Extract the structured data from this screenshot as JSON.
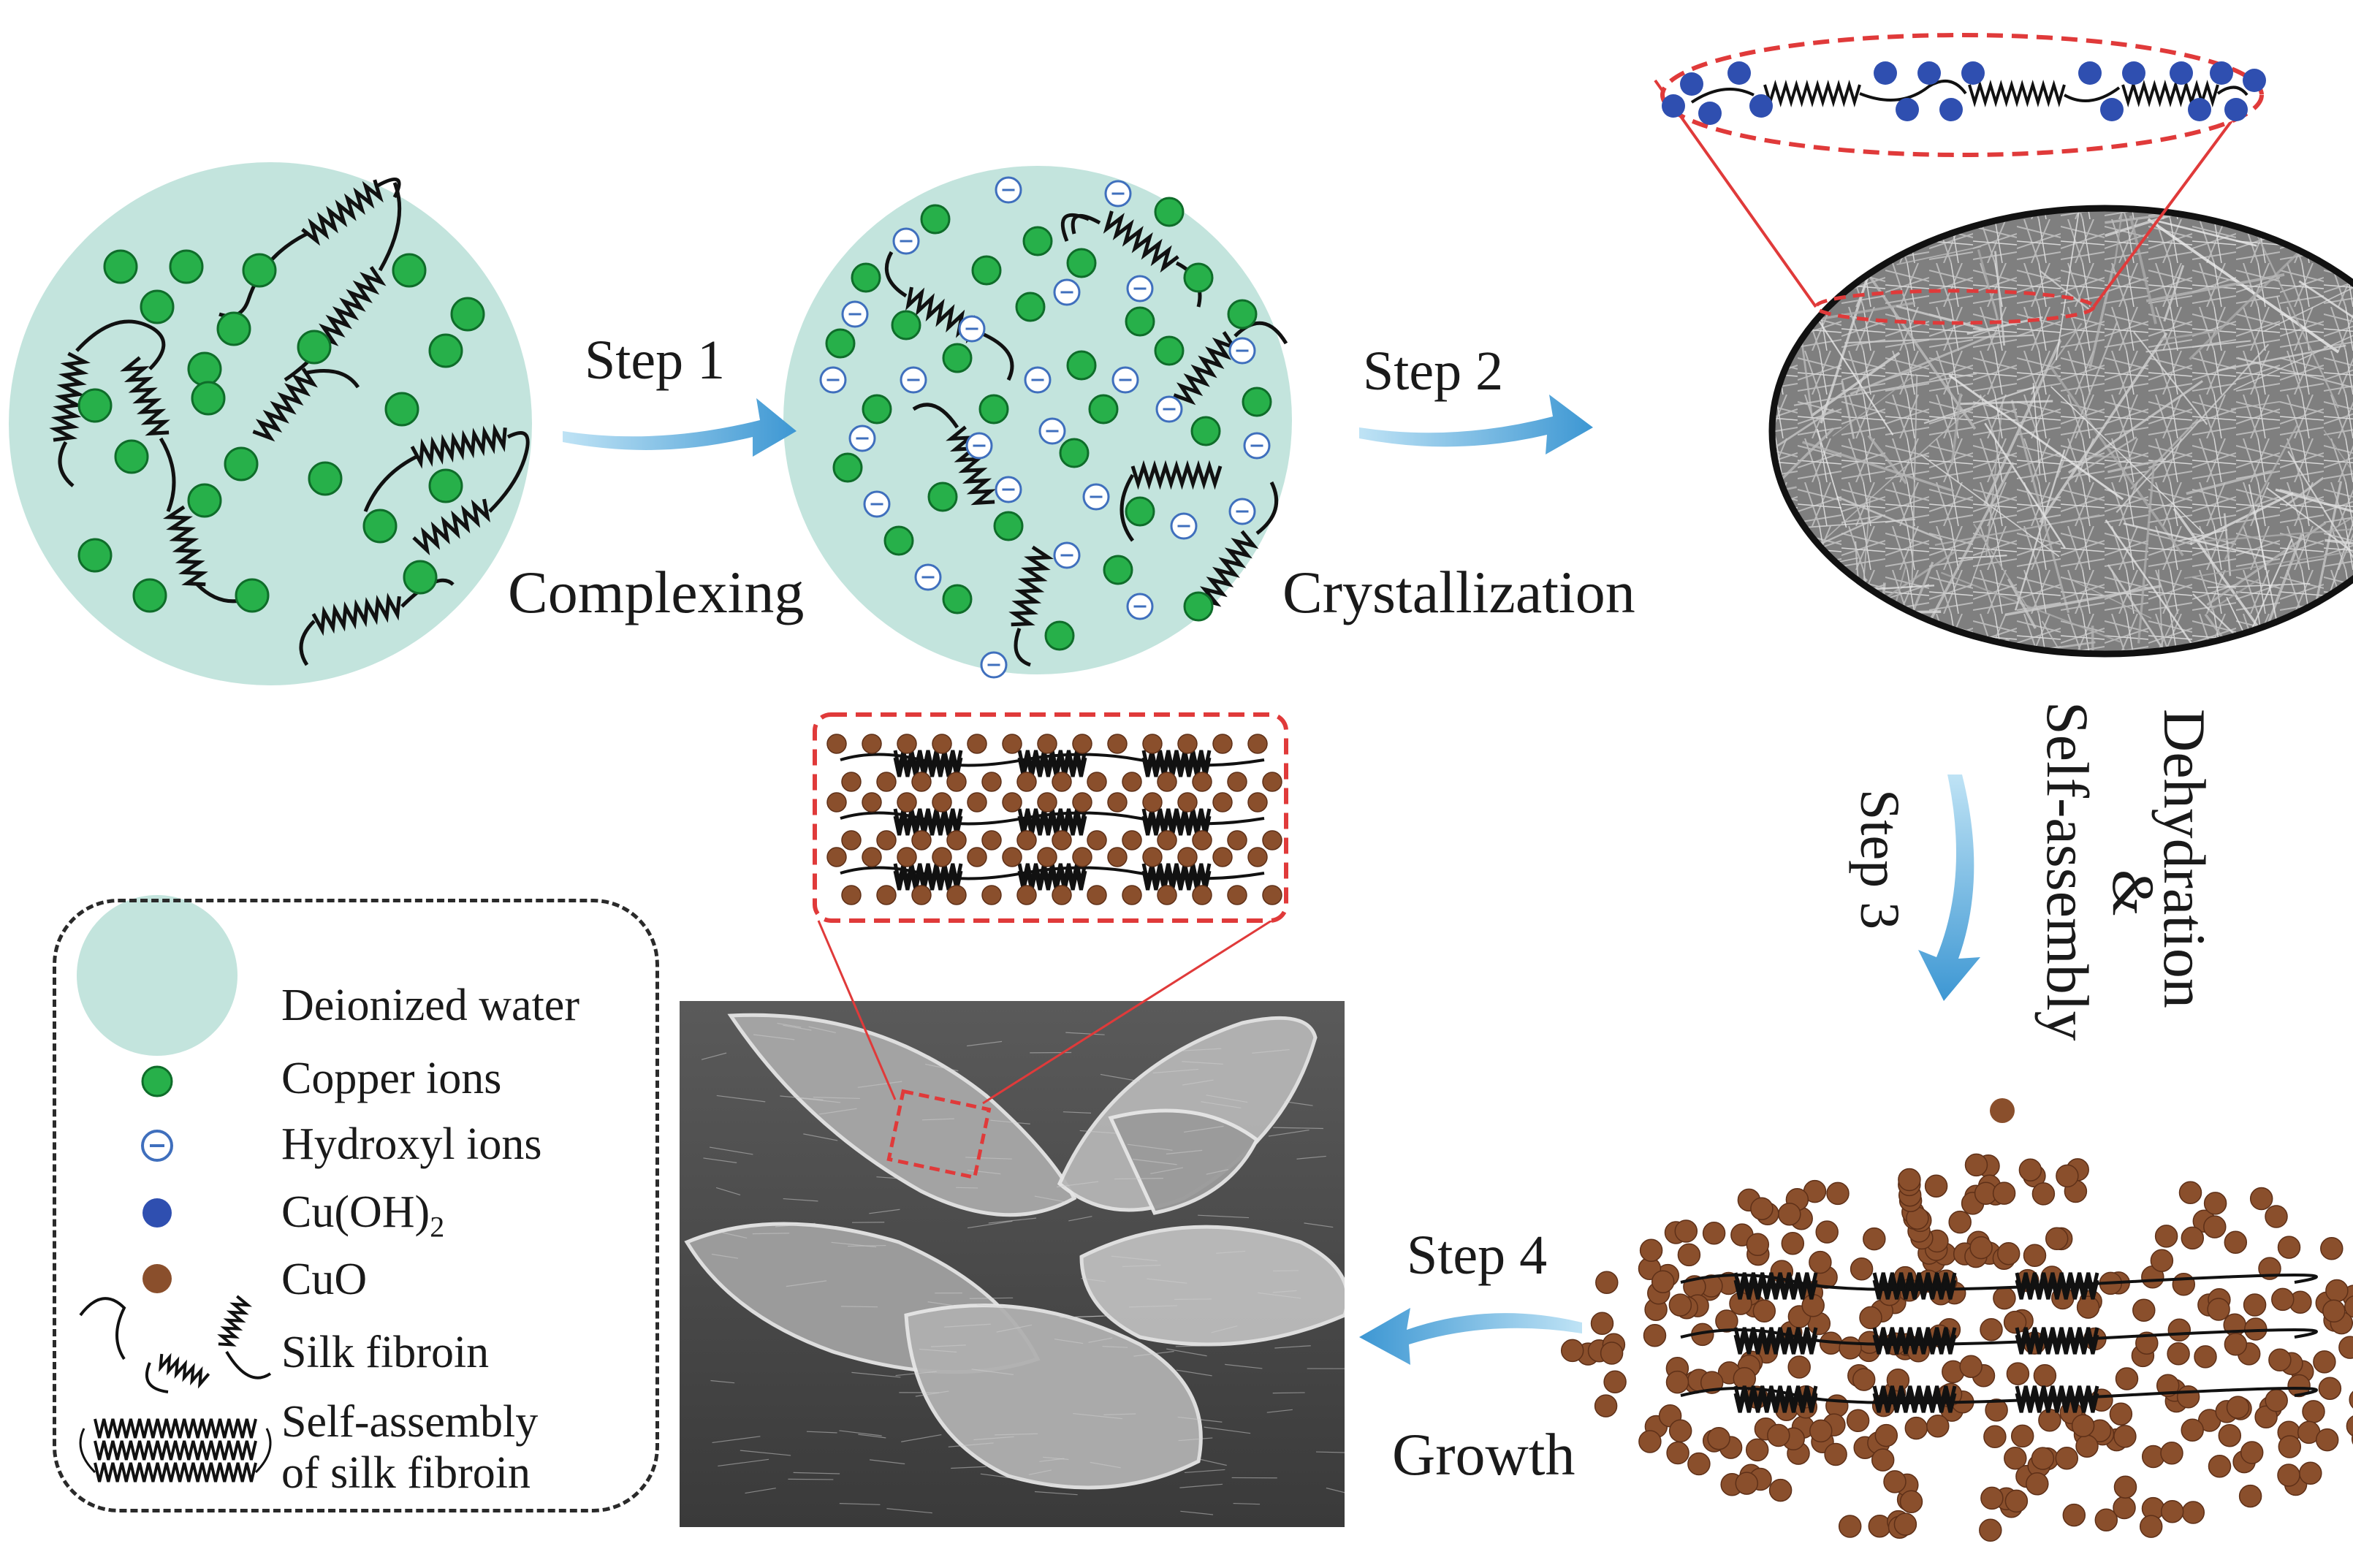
{
  "steps": {
    "step1": "Step 1",
    "step2": "Step 2",
    "step3": "Step 3",
    "step4": "Step 4"
  },
  "processes": {
    "complexing": "Complexing",
    "crystallization": "Crystallization",
    "self_assembly": "Self-assembly",
    "ampersand": "&",
    "dehydration": "Dehydration",
    "growth": "Growth"
  },
  "legend": {
    "items": [
      {
        "label": "Deionized water",
        "icon": "water-circle-icon"
      },
      {
        "label": "Copper ions",
        "icon": "copper-ion-icon"
      },
      {
        "label": "Hydroxyl ions",
        "icon": "hydroxyl-ion-icon"
      },
      {
        "label": "Cu(OH)",
        "sub": "2",
        "icon": "cu-oh2-icon"
      },
      {
        "label": "CuO",
        "icon": "cuo-icon"
      },
      {
        "label": "Silk fibroin",
        "icon": "silk-fibroin-icon"
      },
      {
        "label": "Self-assembly",
        "label2": "of silk fibroin",
        "icon": "self-assembly-icon"
      }
    ]
  },
  "colors": {
    "water": "#c3e4dd",
    "copper": "#27b04a",
    "copper_edge": "#0f6d2a",
    "hydroxyl": "#3f6fbd",
    "cuoh2": "#2f4fb0",
    "cuo": "#8a4f2c",
    "arrow": "#4fa6db",
    "zoom_red": "#e03a3a"
  }
}
